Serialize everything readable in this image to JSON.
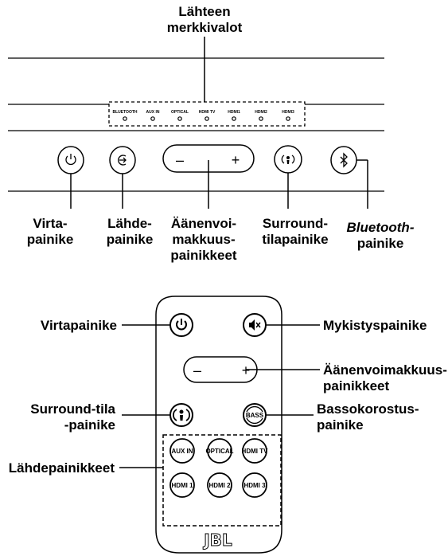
{
  "soundbar": {
    "indicator_title": [
      "Lähteen",
      "merkkivalot"
    ],
    "indicators": [
      "BLUETOOTH",
      "AUX IN",
      "OPTICAL",
      "HDMI TV",
      "HDMI1",
      "HDMI2",
      "HDMI3"
    ],
    "volume_minus": "–",
    "volume_plus": "+",
    "labels": {
      "power": [
        "Virta-",
        "painike"
      ],
      "source": [
        "Lähde-",
        "painike"
      ],
      "volume": [
        "Äänenvoi-",
        "makkuus-",
        "painikkeet"
      ],
      "surround": [
        "Surround-",
        "tilapainike"
      ],
      "bluetooth": [
        "Bluetooth-",
        "painike"
      ]
    }
  },
  "remote": {
    "volume_minus": "–",
    "volume_plus": "+",
    "bass_label": "BASS",
    "source_buttons": [
      "AUX IN",
      "OPTICAL",
      "HDMI TV",
      "HDMI 1",
      "HDMI 2",
      "HDMI 3"
    ],
    "brand": "JBL",
    "labels": {
      "power": "Virtapainike",
      "mute": "Mykistyspainike",
      "volume": [
        "Äänenvoimakkuus-",
        "painikkeet"
      ],
      "surround": [
        "Surround-tila",
        "-painike"
      ],
      "bass": [
        "Bassokorostus-",
        "painike"
      ],
      "sources": "Lähdepainikkeet"
    }
  },
  "icons": {
    "power": "power-icon",
    "source": "source-input-icon",
    "surround": "surround-icon",
    "bluetooth": "bluetooth-icon",
    "mute": "mute-icon",
    "bass": "bass-icon"
  }
}
